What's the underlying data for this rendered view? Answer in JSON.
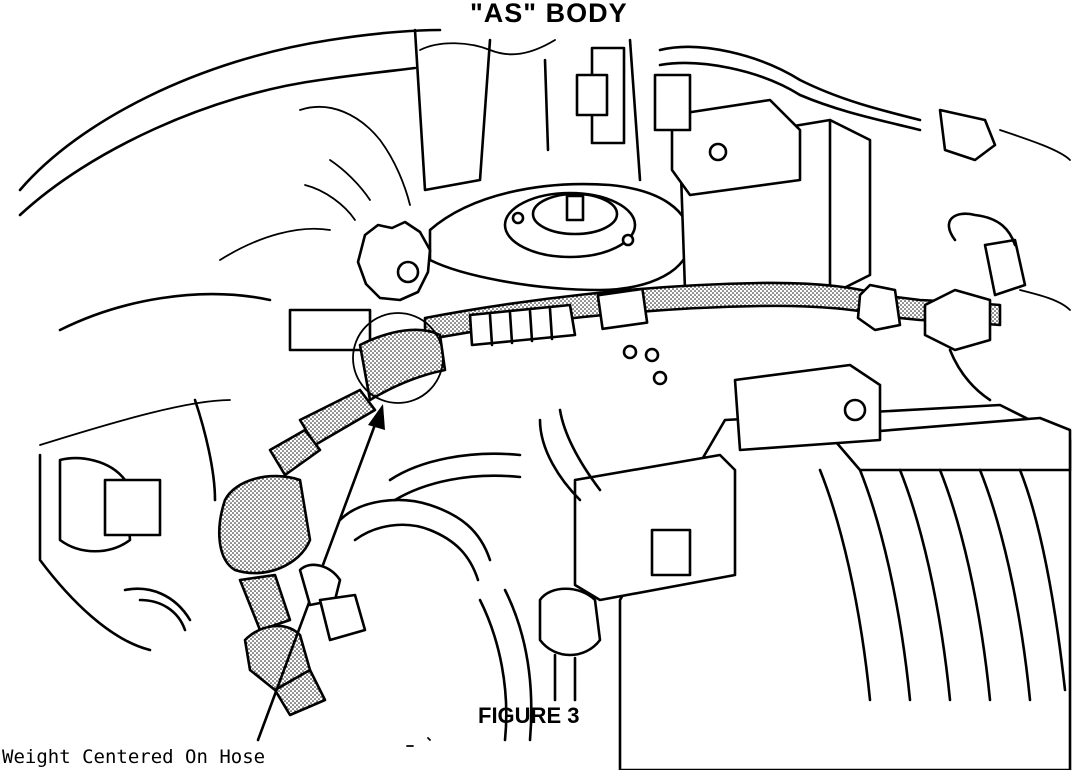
{
  "diagram": {
    "title": "\"AS\" BODY",
    "figure_label": "FIGURE 3",
    "callout": {
      "text": "Weight Centered On Hose",
      "target": "hose-weight"
    }
  }
}
